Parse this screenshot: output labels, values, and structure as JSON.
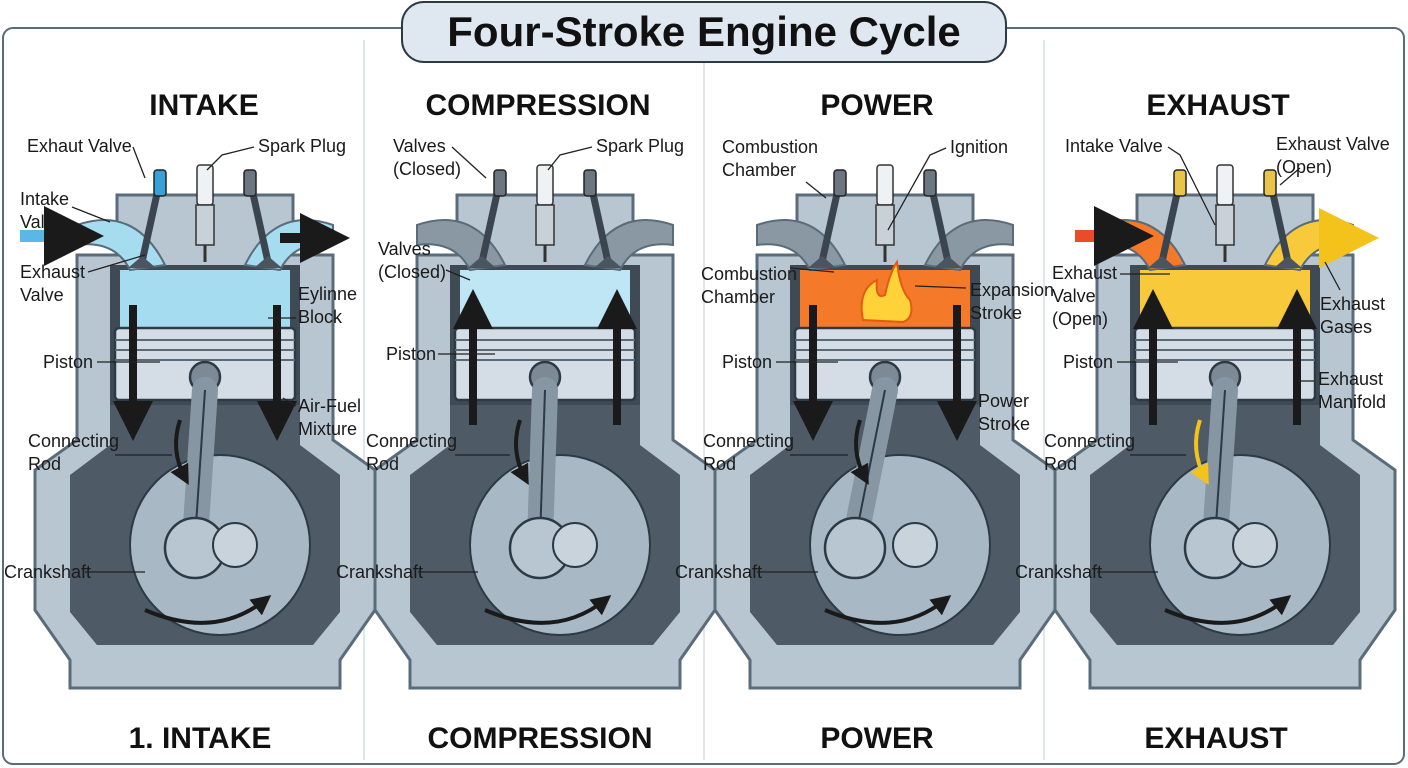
{
  "title": "Four-Stroke Engine Cycle",
  "colors": {
    "frame": "#5a6c7a",
    "block": "#b8c6d2",
    "crankcase": "#4e5a66",
    "piston": "#d4dde5",
    "intake_mix": "#a6dcf0",
    "compressed": "#bfe6f4",
    "combustion": "#f47a2a",
    "exhaust": "#f8c93a",
    "arrow": "#1a1a1a"
  },
  "panels": [
    {
      "heading": "INTAKE",
      "footer": "1. INTAKE",
      "labels": {
        "exhaut_valve": "Exhaut Valve",
        "spark_plug": "Spark Plug",
        "intake_valve": [
          "Intake",
          "Valve"
        ],
        "exhaust_valve": [
          "Exhaust",
          "Valve"
        ],
        "cylinder_block": [
          "Eylinne",
          "Block"
        ],
        "piston": "Piston",
        "air_fuel_mixture": [
          "Air-Fuel",
          "Mixture"
        ],
        "connecting_rod": [
          "Connecting",
          "Rod"
        ],
        "crankshaft": "Crankshaft"
      }
    },
    {
      "heading": "COMPRESSION",
      "footer": "COMPRESSION",
      "labels": {
        "valves_closed_top": [
          "Valves",
          "(Closed)"
        ],
        "spark_plug": "Spark Plug",
        "valves_closed_side": [
          "Valves",
          "(Closed)"
        ],
        "piston": "Piston",
        "connecting_rod": [
          "Connecting",
          "Rod"
        ],
        "crankshaft": "Crankshaft"
      }
    },
    {
      "heading": "POWER",
      "footer": "POWER",
      "labels": {
        "combustion_chamber_top": [
          "Combustion",
          "Chamber"
        ],
        "ignition": "Ignition",
        "combustion_chamber_side": [
          "Combustion",
          "Chamber"
        ],
        "expansion_stroke": [
          "Expansion",
          "Stroke"
        ],
        "piston": "Piston",
        "power_stroke": [
          "Power",
          "Stroke"
        ],
        "connecting_rod": [
          "Connecting",
          "Rod"
        ],
        "crankshaft": "Crankshaft"
      }
    },
    {
      "heading": "EXHAUST",
      "footer": "EXHAUST",
      "labels": {
        "intake_valve": "Intake Valve",
        "exhaust_valve_open_top": [
          "Exhaust Valve",
          "(Open)"
        ],
        "exhaust_valve_open_side": [
          "Exhaust",
          "Valve",
          "(Open)"
        ],
        "exhaust_gases": [
          "Exhaust",
          "Gases"
        ],
        "piston": "Piston",
        "exhaust_manifold": [
          "Exhaust",
          "Manifold"
        ],
        "connecting_rod": [
          "Connecting",
          "Rod"
        ],
        "crankshaft": "Crankshaft"
      }
    }
  ]
}
